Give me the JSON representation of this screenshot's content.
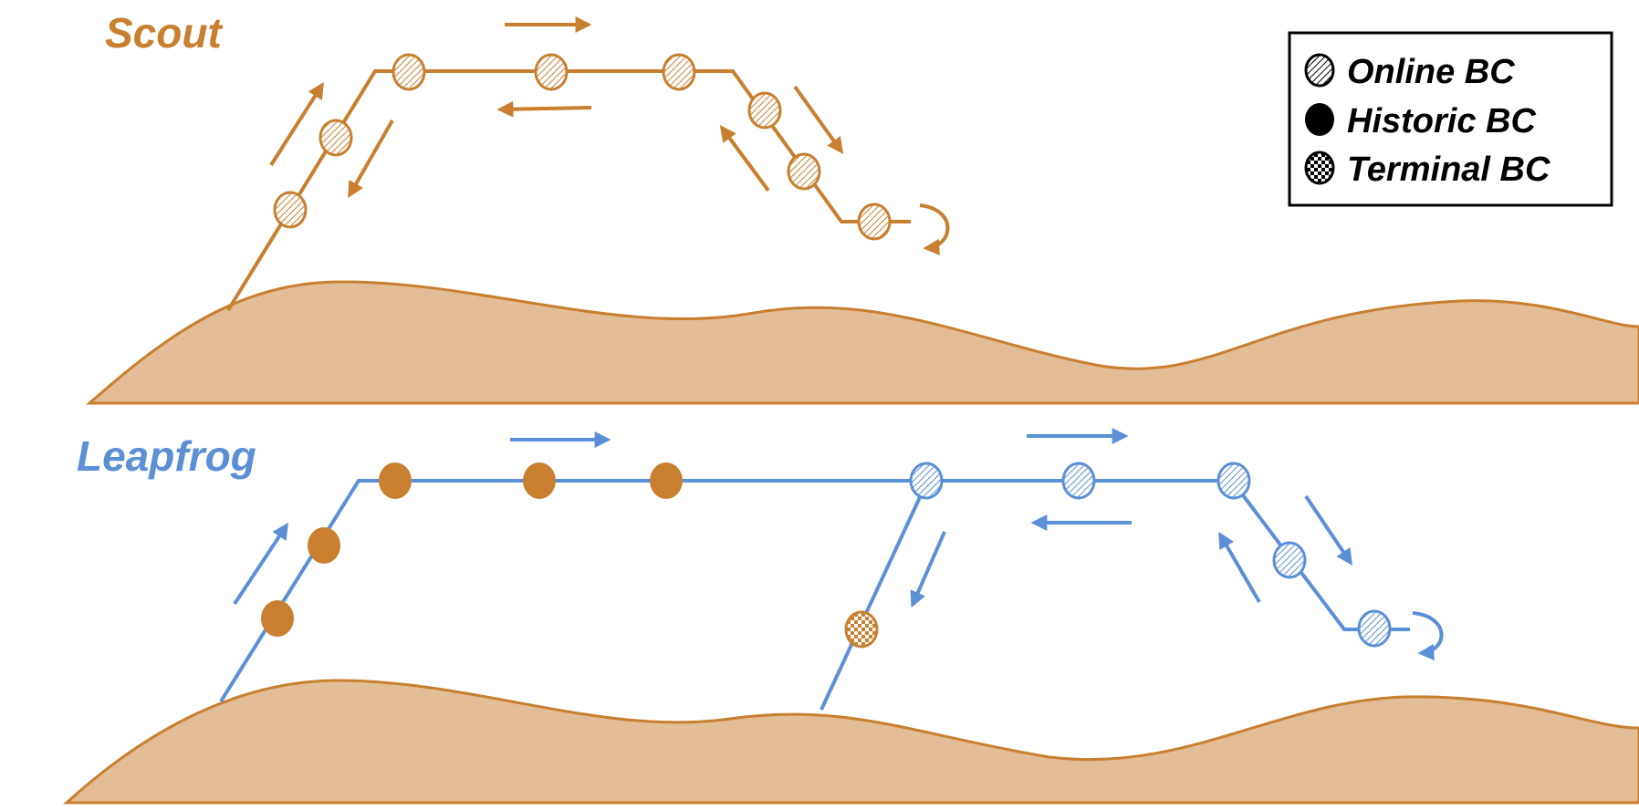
{
  "colors": {
    "orange": "#C87F2F",
    "blue": "#5B8FD6",
    "terrain_fill": "#E3BD95",
    "terrain_stroke": "#C87F2F",
    "black": "#000000"
  },
  "panels": {
    "scout": {
      "title": "Scout",
      "color": "#C87F2F"
    },
    "leapfrog": {
      "title": "Leapfrog",
      "color": "#5B8FD6"
    }
  },
  "legend": {
    "items": [
      {
        "label": "Online BC",
        "symbol": "hatched-circle"
      },
      {
        "label": "Historic BC",
        "symbol": "filled-circle"
      },
      {
        "label": "Terminal BC",
        "symbol": "checkered-circle"
      }
    ]
  }
}
